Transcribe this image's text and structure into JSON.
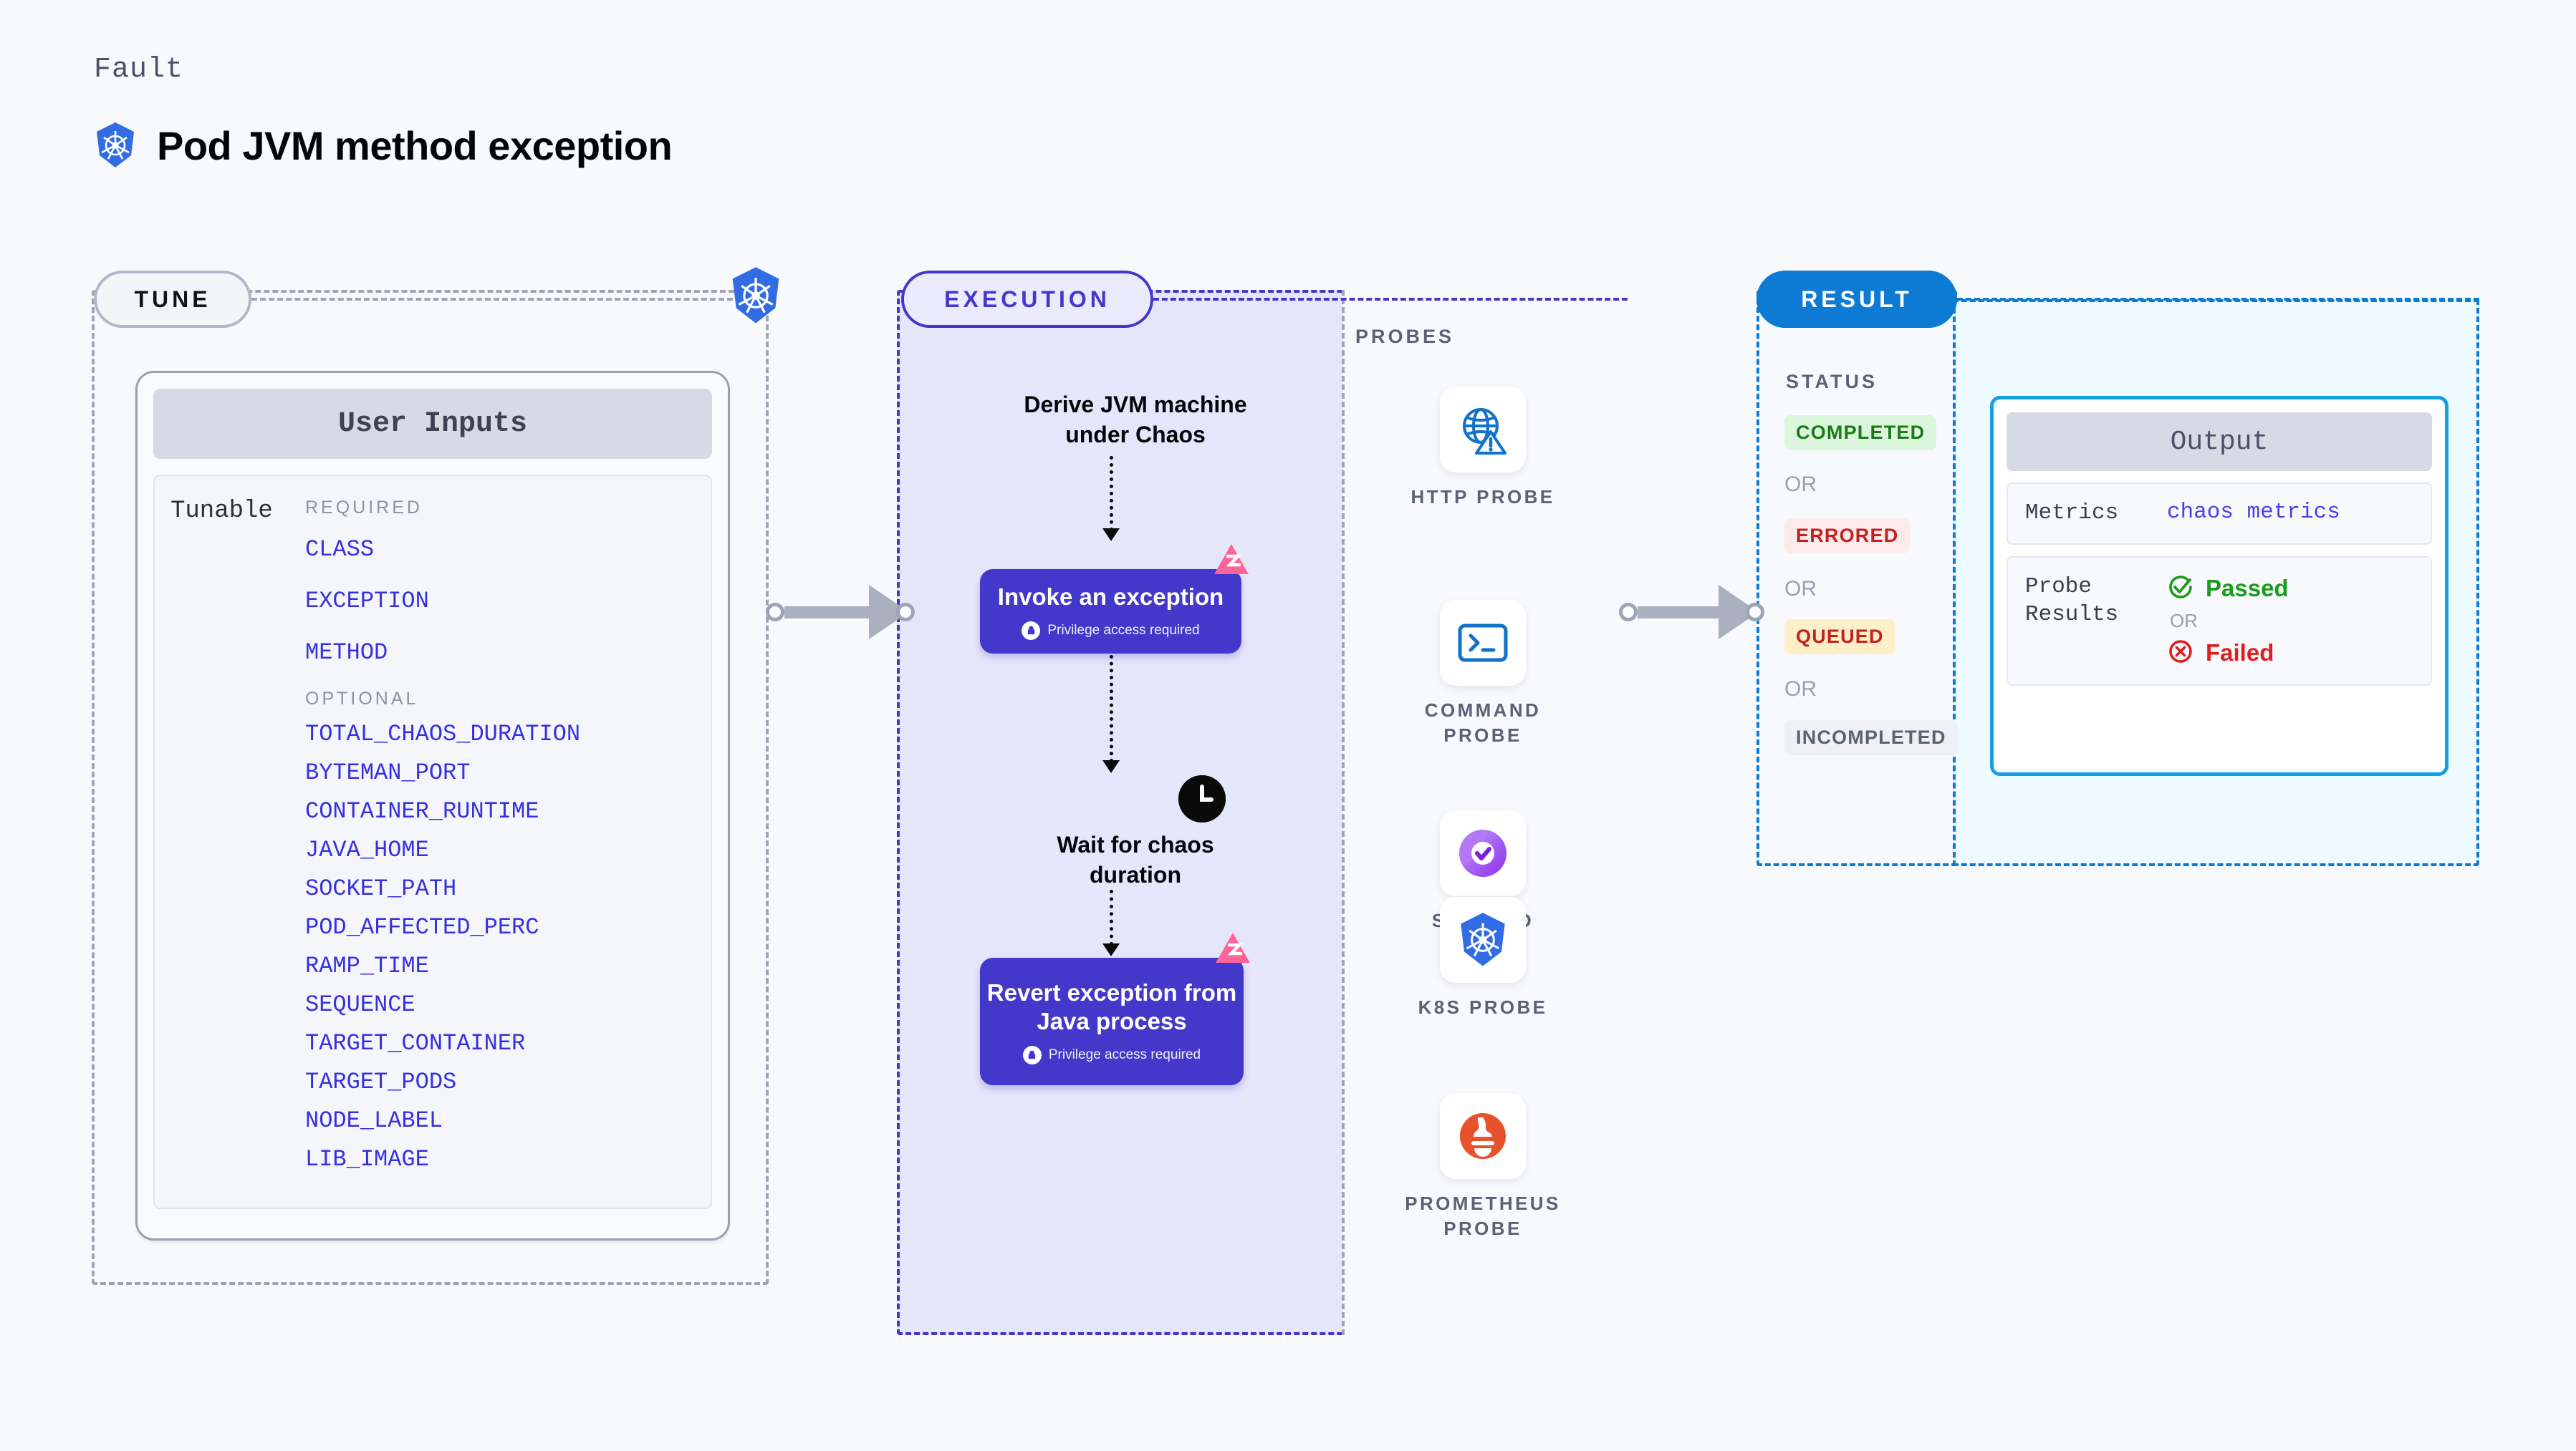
{
  "header": {
    "eyebrow": "Fault",
    "title": "Pod JVM method exception",
    "icon": "kubernetes-icon"
  },
  "tune": {
    "pill_label": "TUNE",
    "badge_icon": "kubernetes-icon",
    "card": {
      "header": "User Inputs",
      "row_label": "Tunable",
      "groups": [
        {
          "title": "REQUIRED",
          "items": [
            "CLASS",
            "EXCEPTION",
            "METHOD"
          ]
        },
        {
          "title": "OPTIONAL",
          "items": [
            "TOTAL_CHAOS_DURATION",
            "BYTEMAN_PORT",
            "CONTAINER_RUNTIME",
            "JAVA_HOME",
            "SOCKET_PATH",
            "POD_AFFECTED_PERC",
            "RAMP_TIME",
            "SEQUENCE",
            "TARGET_CONTAINER",
            "TARGET_PODS",
            "NODE_LABEL",
            "LIB_IMAGE"
          ]
        }
      ]
    }
  },
  "execution": {
    "pill_label": "EXECUTION",
    "step_derive": "Derive JVM machine under Chaos",
    "action_invoke": {
      "title": "Invoke an exception",
      "privilege": "Privilege access required",
      "lock_icon": "lock-icon",
      "badge_icon": "litmus-logo-icon"
    },
    "step_wait": "Wait for chaos duration",
    "wait_icon": "clock-icon",
    "action_revert": {
      "title": "Revert exception from Java process",
      "privilege": "Privilege access required",
      "lock_icon": "lock-icon",
      "badge_icon": "litmus-logo-icon"
    }
  },
  "probes": {
    "title": "PROBES",
    "items": [
      {
        "label": "HTTP PROBE",
        "icon": "globe-warning-icon"
      },
      {
        "label": "COMMAND PROBE",
        "icon": "terminal-icon"
      },
      {
        "label": "SRM SLO PROBE",
        "icon": "srm-slo-donut-icon"
      },
      {
        "label": "K8S PROBE",
        "icon": "kubernetes-icon"
      },
      {
        "label": "PROMETHEUS PROBE",
        "icon": "prometheus-icon"
      }
    ]
  },
  "result": {
    "pill_label": "RESULT",
    "status_title": "STATUS",
    "or_label": "OR",
    "statuses": [
      {
        "label": "COMPLETED",
        "bg": "#dcf6dc",
        "fg": "#1a7a1a"
      },
      {
        "label": "ERRORED",
        "bg": "#fdeaea",
        "fg": "#c42020"
      },
      {
        "label": "QUEUED",
        "bg": "#fdefc8",
        "fg": "#c42020"
      },
      {
        "label": "INCOMPLETED",
        "bg": "#eef0f6",
        "fg": "#5b6176"
      }
    ]
  },
  "output": {
    "header": "Output",
    "rows": [
      {
        "key": "Metrics",
        "value": "chaos metrics"
      },
      {
        "key": "Probe Results",
        "passed": "Passed",
        "or_label": "OR",
        "failed": "Failed",
        "passed_icon": "check-circle-icon",
        "failed_icon": "x-circle-icon"
      }
    ]
  },
  "colors": {
    "accent_purple": "#4338ca",
    "accent_blue": "#0d7ad4",
    "param_blue": "#3730e0",
    "k8s_blue": "#326ce5",
    "litmus_pink": "#fd6598",
    "prometheus_orange": "#e6522c",
    "green": "#1a9c1a",
    "red": "#dd1f1f"
  }
}
